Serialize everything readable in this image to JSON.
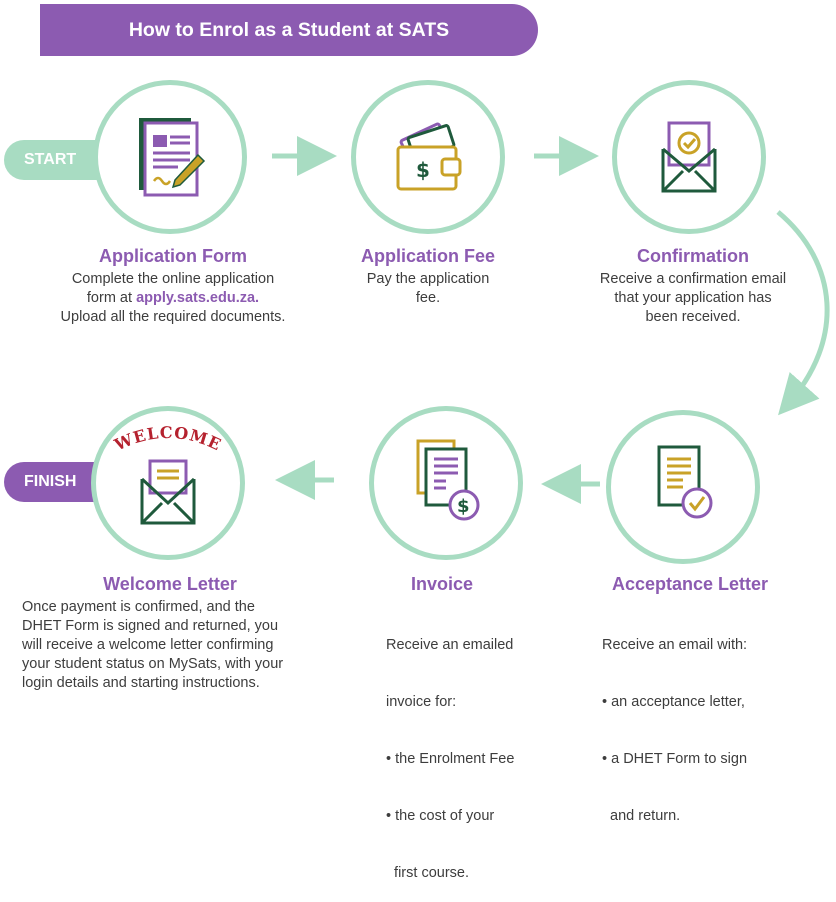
{
  "title": "How to Enrol as a Student at SATS",
  "start_label": "START",
  "finish_label": "FINISH",
  "steps": [
    {
      "title": "Application Form",
      "icon": "application-form-icon",
      "desc_line1": "Complete the online application",
      "desc_prefix": "form at ",
      "desc_link": "apply.sats.edu.za.",
      "desc_line3": "Upload all the required documents."
    },
    {
      "title": "Application Fee",
      "icon": "wallet-icon",
      "desc_lines": [
        "Pay the application",
        "fee."
      ]
    },
    {
      "title": "Confirmation",
      "icon": "envelope-check-icon",
      "desc_lines": [
        "Receive a confirmation email",
        "that your application has",
        "been received."
      ]
    },
    {
      "title": "Acceptance Letter",
      "icon": "acceptance-letter-icon",
      "desc_lines": [
        "Receive an email with:",
        "• an acceptance letter,",
        "• a DHET Form to sign",
        "  and return."
      ]
    },
    {
      "title": "Invoice",
      "icon": "invoice-icon",
      "desc_lines": [
        "Receive an emailed",
        "invoice for:",
        "• the Enrolment Fee",
        "• the cost of your",
        "  first course."
      ]
    },
    {
      "title": "Welcome Letter",
      "icon": "welcome-envelope-icon",
      "icon_text": "WELCOME",
      "desc_lines": [
        "Once payment is confirmed, and the",
        "DHET Form is signed and returned, you",
        "will receive a welcome letter confirming",
        "your student status on MySats, with your",
        "login details and starting instructions."
      ]
    }
  ],
  "colors": {
    "purple": "#8c5bb1",
    "mint": "#a8dcc2",
    "green": "#1f5a3c",
    "gold": "#c9a227"
  }
}
